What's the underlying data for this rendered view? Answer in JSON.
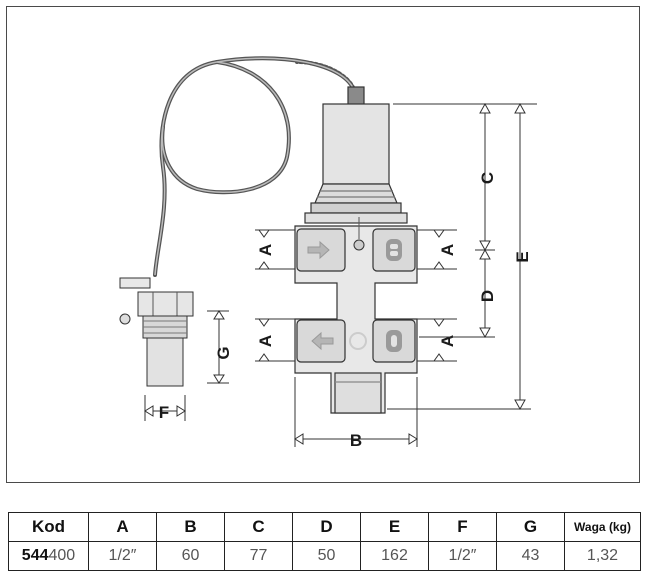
{
  "labels": {
    "A": "A",
    "B": "B",
    "C": "C",
    "D": "D",
    "E": "E",
    "F": "F",
    "G": "G"
  },
  "table": {
    "headers": [
      "Kod",
      "A",
      "B",
      "C",
      "D",
      "E",
      "F",
      "G",
      "Waga (kg)"
    ],
    "code_bold": "544",
    "code_rest": "400",
    "values": [
      "1/2″",
      "60",
      "77",
      "50",
      "162",
      "1/2″",
      "43",
      "1,32"
    ]
  }
}
